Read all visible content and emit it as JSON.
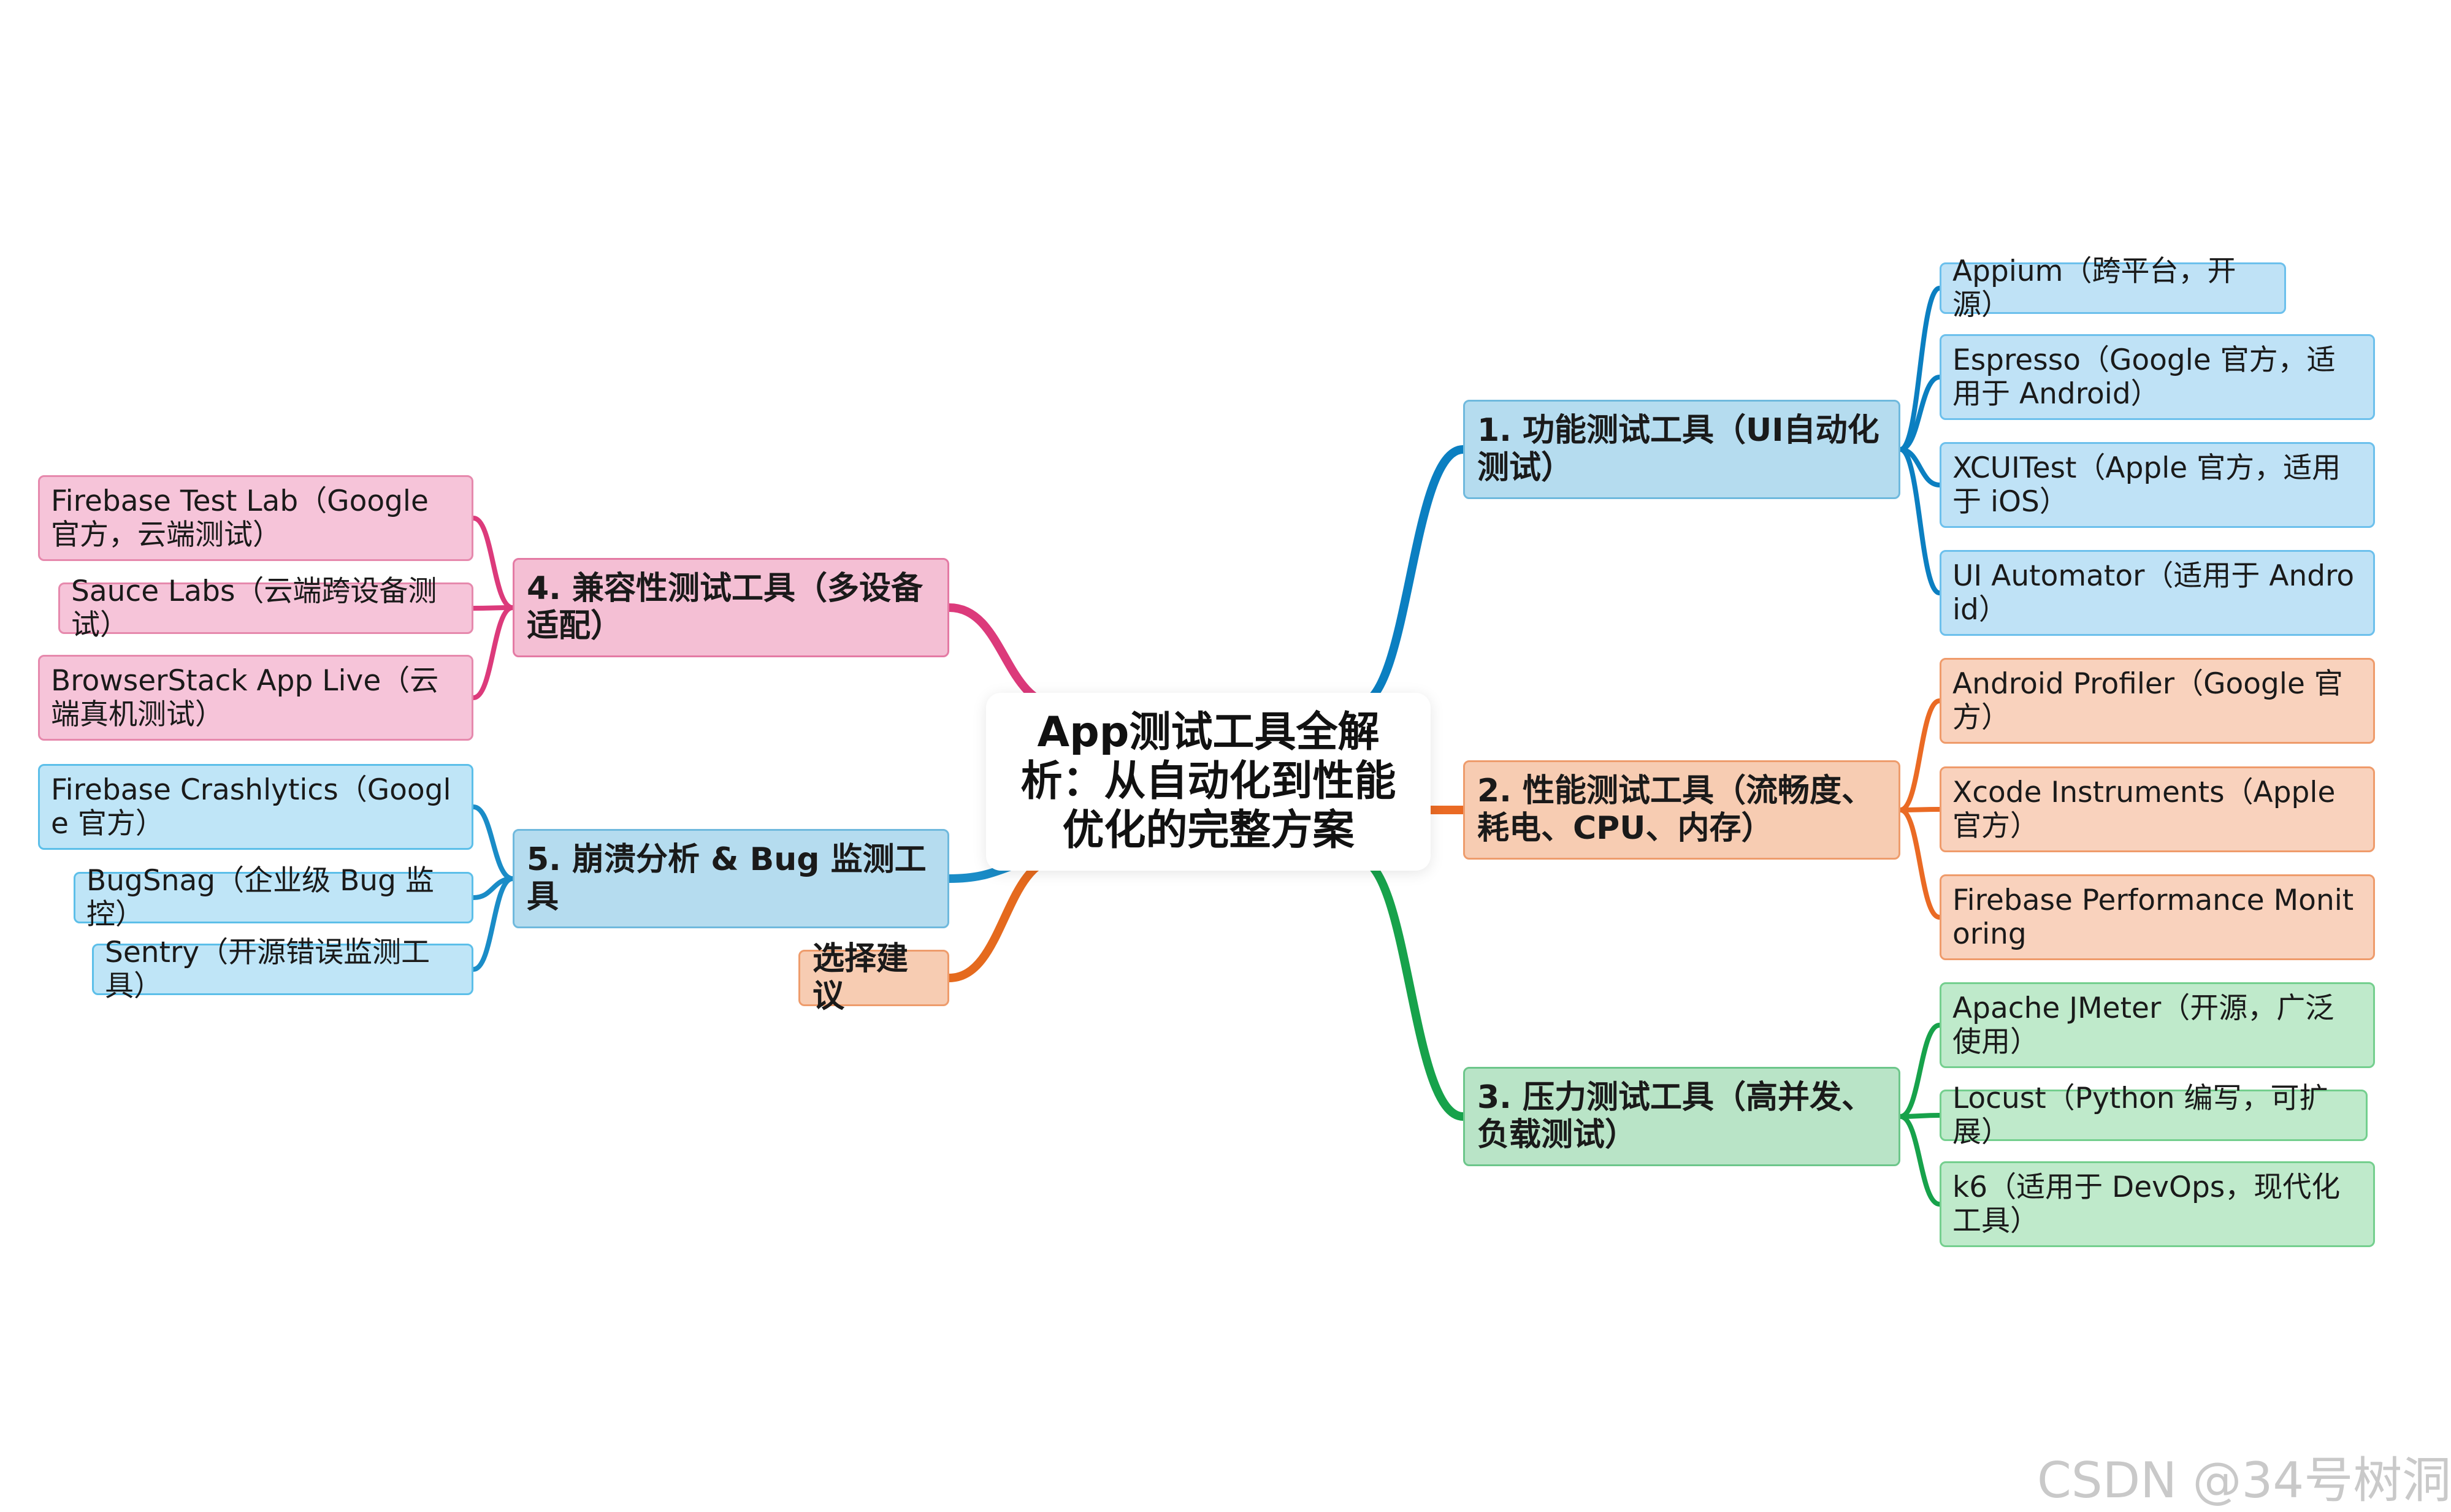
{
  "root": {
    "title": "App测试工具全解析：从自动化到性能优化的完整方案"
  },
  "branches": [
    {
      "label": "1. 功能测试工具（UI自动化测试）",
      "color": "#0b7fc1",
      "children": [
        "Appium（跨平台，开源）",
        "Espresso（Google 官方，适用于 Android）",
        "XCUITest（Apple 官方，适用于 iOS）",
        "UI Automator（适用于 Android）"
      ]
    },
    {
      "label": "2. 性能测试工具（流畅度、耗电、CPU、内存）",
      "color": "#ea6a24",
      "children": [
        "Android Profiler（Google 官方）",
        "Xcode Instruments（Apple 官方）",
        "Firebase Performance Monitoring"
      ]
    },
    {
      "label": "3. 压力测试工具（高并发、负载测试）",
      "color": "#17a24b",
      "children": [
        "Apache JMeter（开源，广泛使用）",
        "Locust（Python 编写，可扩展）",
        "k6（适用于 DevOps，现代化工具）"
      ]
    },
    {
      "label": "4. 兼容性测试工具（多设备适配）",
      "color": "#dc3a7b",
      "children": [
        "Firebase Test Lab（Google 官方，云端测试）",
        "Sauce Labs（云端跨设备测试）",
        "BrowserStack App Live（云端真机测试）"
      ]
    },
    {
      "label": "5. 崩溃分析 & Bug 监测工具",
      "color": "#1a8cc7",
      "children": [
        "Firebase Crashlytics（Google 官方）",
        "BugSnag（企业级 Bug 监控）",
        "Sentry（开源错误监测工具）"
      ]
    },
    {
      "label": "选择建议",
      "color": "#e56a1e",
      "children": []
    }
  ],
  "watermark": "CSDN @34号树洞"
}
